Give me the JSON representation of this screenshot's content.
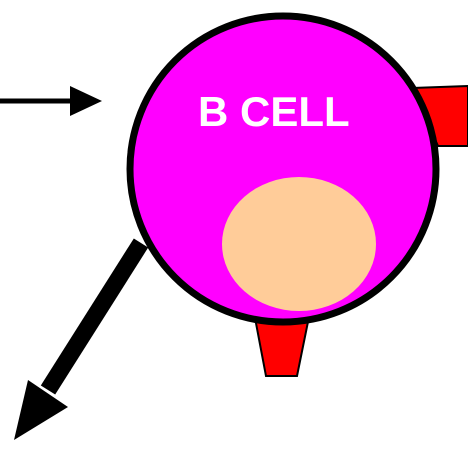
{
  "diagram": {
    "cell_label": "B CELL",
    "colors": {
      "cell_body": "#ff00ff",
      "cell_outline": "#000000",
      "nucleus": "#ffcc99",
      "receptor": "#ff0000",
      "arrow": "#000000",
      "label": "#ffffff",
      "background": "#ffffff"
    },
    "elements": {
      "cell": "b-cell",
      "nucleus": "nucleus",
      "receptors": [
        "receptor-right",
        "receptor-bottom"
      ],
      "arrows": [
        "incoming-arrow",
        "outgoing-arrow"
      ]
    }
  }
}
